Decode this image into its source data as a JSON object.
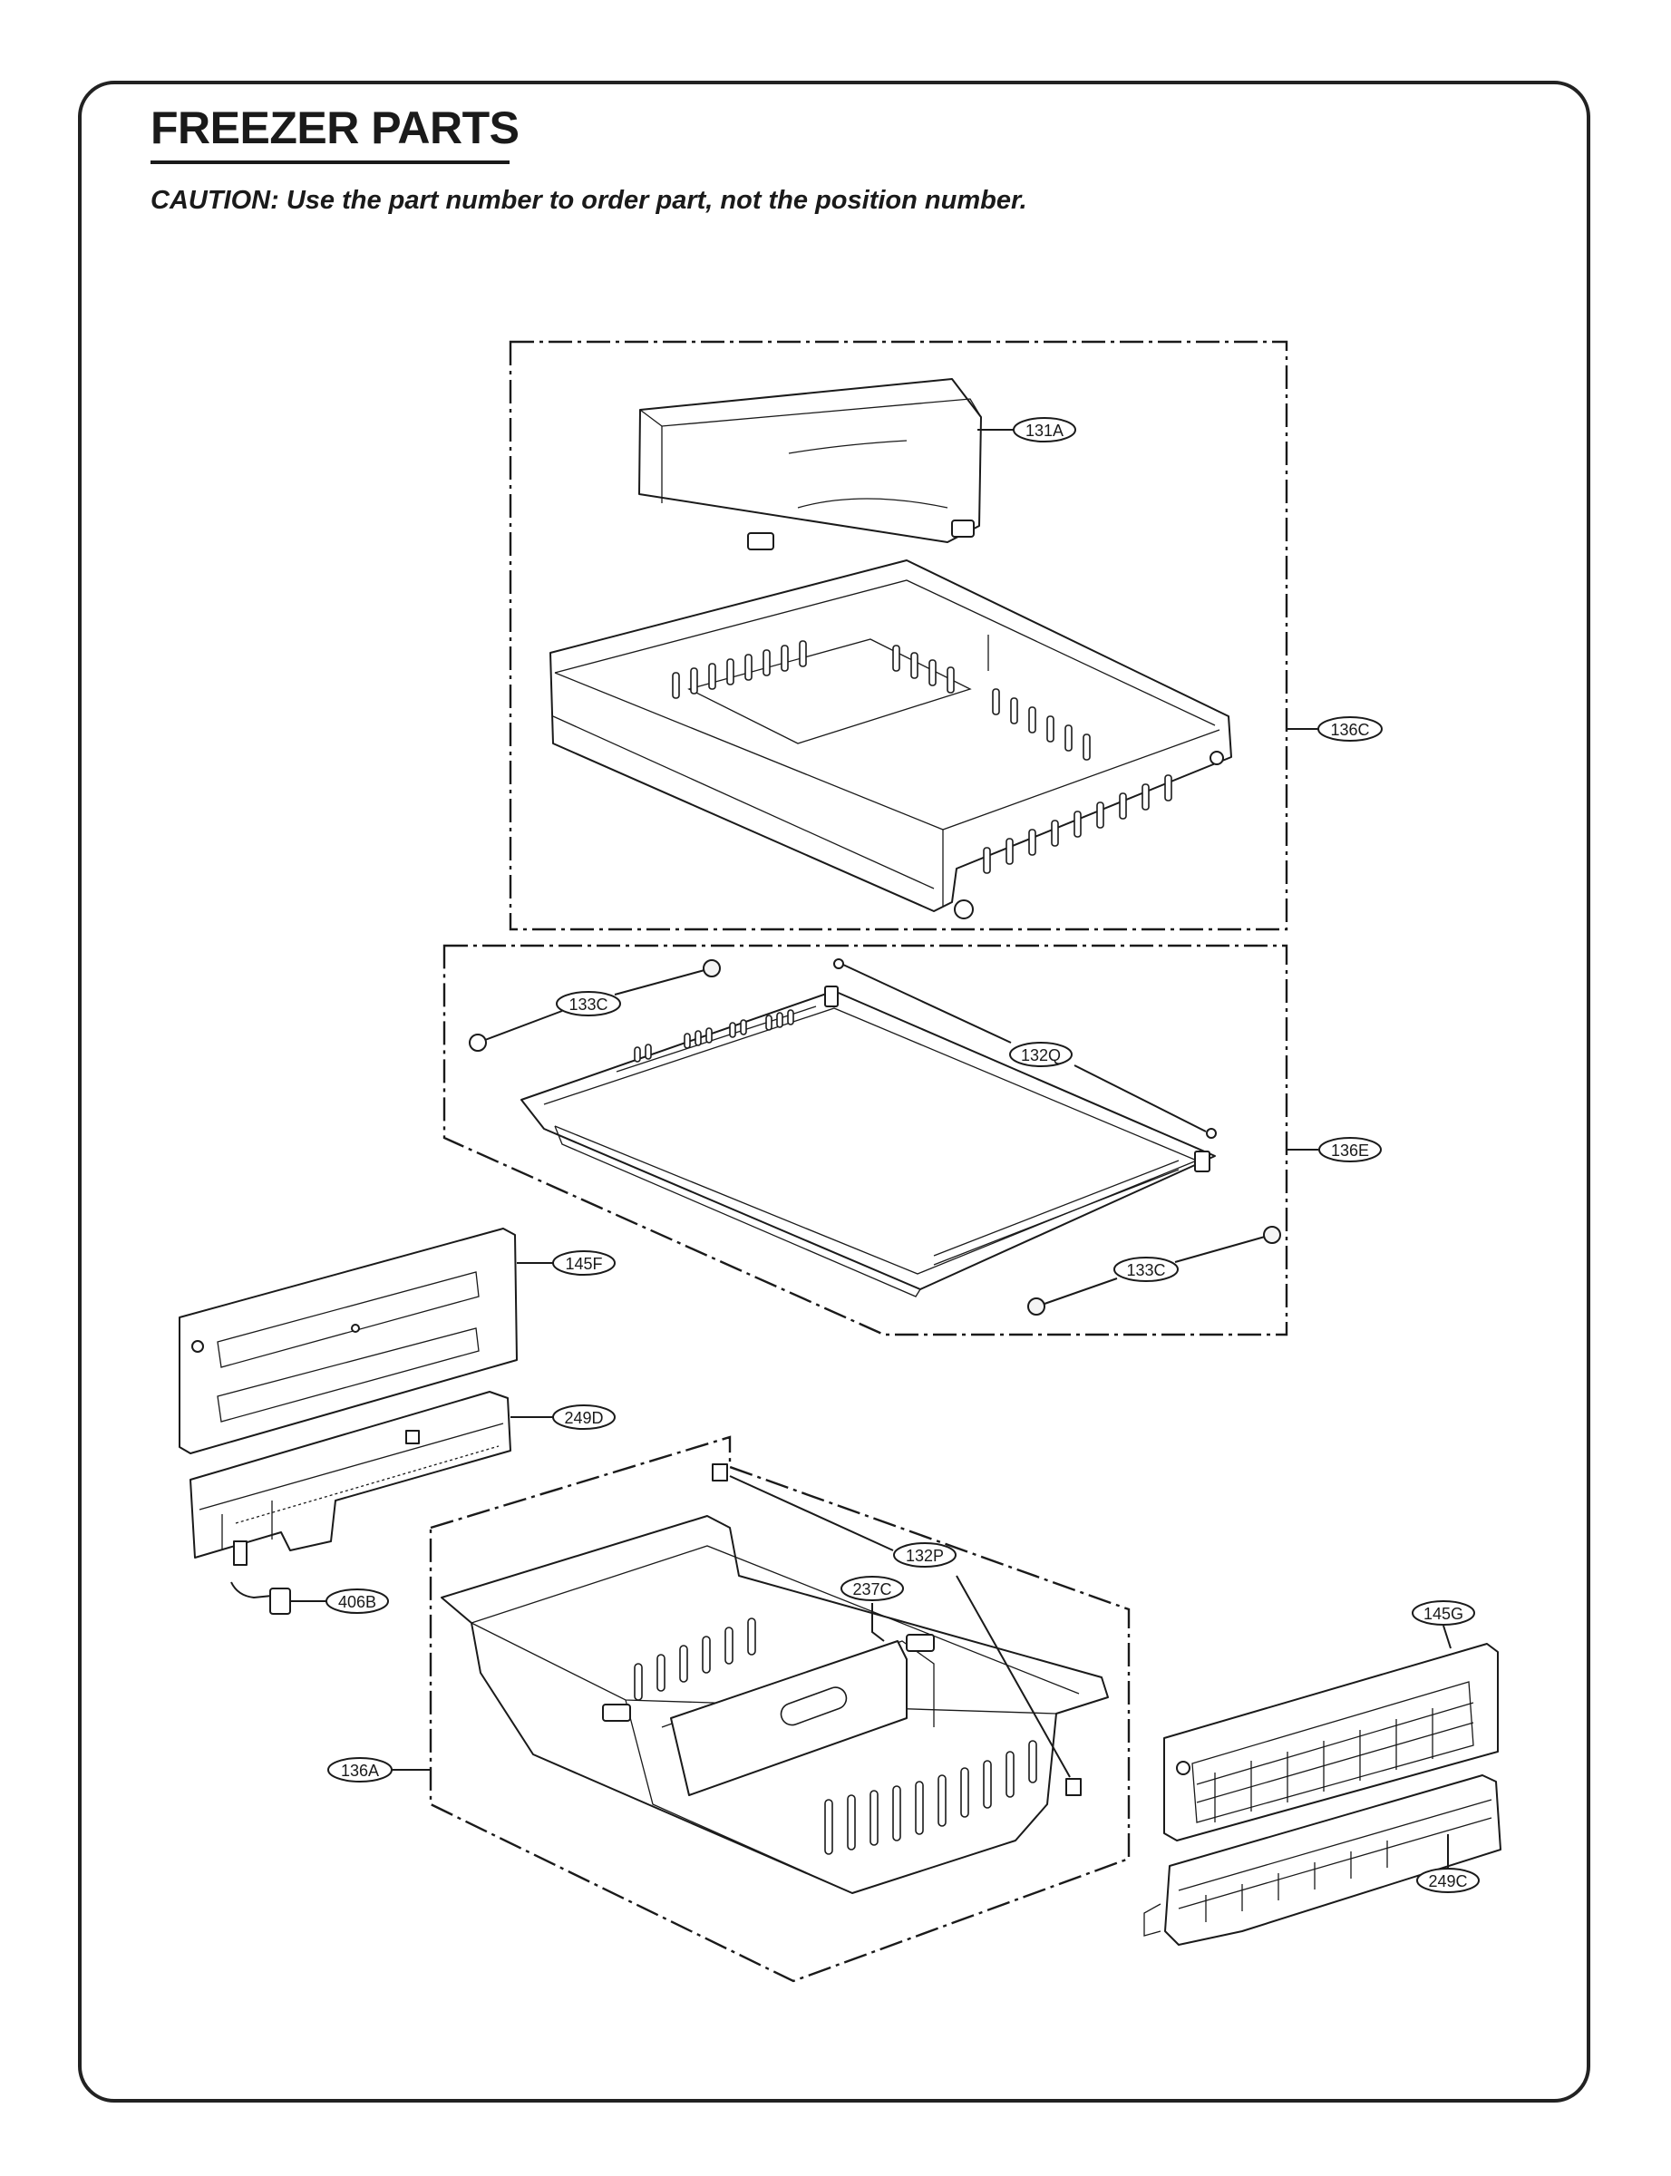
{
  "page": {
    "title": "FREEZER PARTS",
    "caution": "CAUTION: Use the part number to order part, not the position number."
  },
  "callouts": {
    "c131A": "131A",
    "c136C": "136C",
    "c133C_left": "133C",
    "c132Q": "132Q",
    "c136E": "136E",
    "c133C_right": "133C",
    "c145F": "145F",
    "c249D": "249D",
    "c406B": "406B",
    "c132P": "132P",
    "c237C": "237C",
    "c136A": "136A",
    "c145G": "145G",
    "c249C": "249C"
  },
  "colors": {
    "line": "#1a1a1a",
    "frame": "#222222",
    "background": "#ffffff"
  }
}
